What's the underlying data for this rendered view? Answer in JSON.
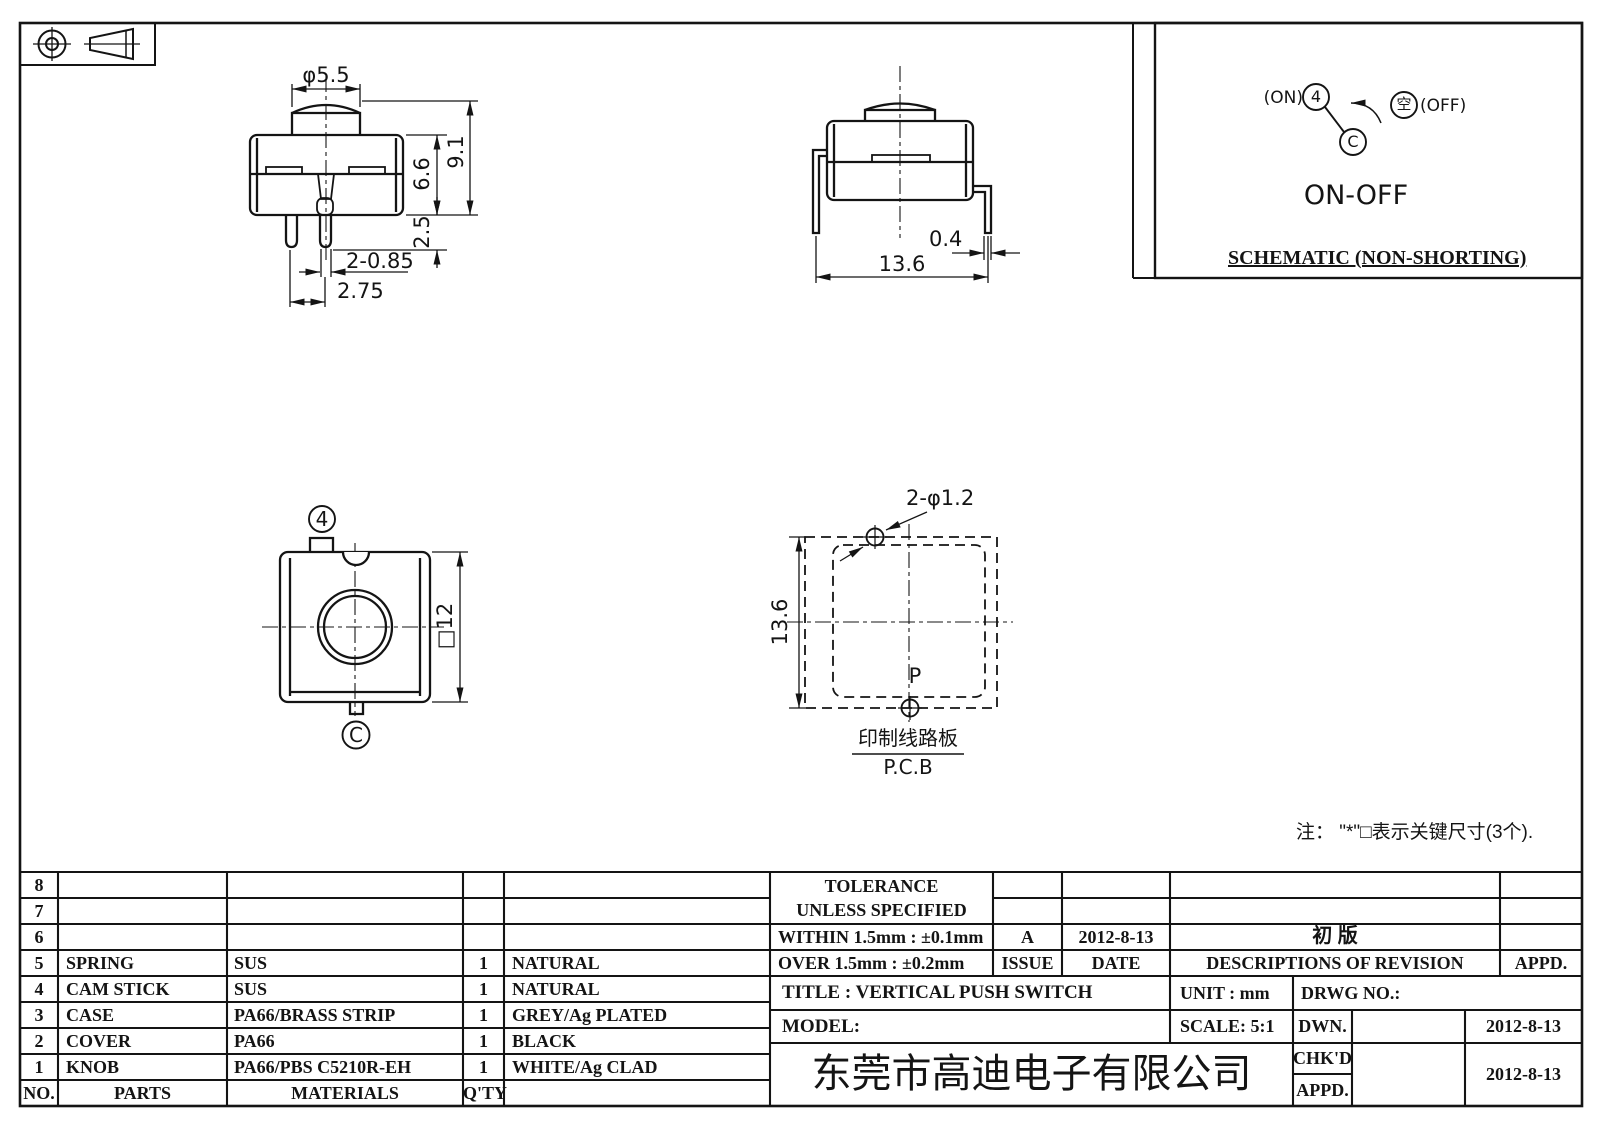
{
  "front_view": {
    "dia": "φ5.5",
    "body_h": "6.6",
    "total_h": "9.1",
    "pin_len": "2.5",
    "pin_w": "2-0.85",
    "pin_pitch": "2.75"
  },
  "side_view": {
    "leg_w": "0.4",
    "width": "13.6"
  },
  "bottom_view": {
    "terminal_top": "4",
    "terminal_bottom": "C",
    "square": "□12"
  },
  "pcb_view": {
    "holes": "2-φ1.2",
    "height": "13.6",
    "point": "P",
    "label_cn": "印制线路板",
    "label_en": "P.C.B"
  },
  "schematic": {
    "on": "(ON)",
    "pole_on": "4",
    "common": "C",
    "empty": "空",
    "off": "(OFF)",
    "function": "ON-OFF",
    "caption": "SCHEMATIC (NON-SHORTING)"
  },
  "note": "注： \"*\"□表示关键尺寸(3个).",
  "parts_table": {
    "headers": {
      "no": "NO.",
      "parts": "PARTS",
      "materials": "MATERIALS",
      "qty": "Q'TY",
      "finish": ""
    },
    "rows": [
      {
        "no": "8",
        "part": "",
        "material": "",
        "qty": "",
        "finish": ""
      },
      {
        "no": "7",
        "part": "",
        "material": "",
        "qty": "",
        "finish": ""
      },
      {
        "no": "6",
        "part": "",
        "material": "",
        "qty": "",
        "finish": ""
      },
      {
        "no": "5",
        "part": "SPRING",
        "material": "SUS",
        "qty": "1",
        "finish": "NATURAL"
      },
      {
        "no": "4",
        "part": "CAM STICK",
        "material": "SUS",
        "qty": "1",
        "finish": "NATURAL"
      },
      {
        "no": "3",
        "part": "CASE",
        "material": "PA66/BRASS STRIP",
        "qty": "1",
        "finish": "GREY/Ag PLATED"
      },
      {
        "no": "2",
        "part": "COVER",
        "material": "PA66",
        "qty": "1",
        "finish": "BLACK"
      },
      {
        "no": "1",
        "part": "KNOB",
        "material": "PA66/PBS C5210R-EH",
        "qty": "1",
        "finish": "WHITE/Ag CLAD"
      }
    ]
  },
  "title_block": {
    "tolerance1": "TOLERANCE",
    "tolerance2": "UNLESS  SPECIFIED",
    "within": "WITHIN 1.5mm : ±0.1mm",
    "over": "OVER 1.5mm : ±0.2mm",
    "issue_value": "A",
    "issue_label": "ISSUE",
    "date_value": "2012-8-13",
    "date_label": "DATE",
    "revision_value": "初  版",
    "revision_label": "DESCRIPTIONS OF REVISION",
    "appd_label": "APPD.",
    "title": "TITLE :  VERTICAL PUSH SWITCH",
    "unit": "UNIT :  mm",
    "drwg_no": "DRWG NO.:",
    "model": "MODEL:",
    "scale": "SCALE:  5:1",
    "company": "东莞市高迪电子有限公司",
    "dwn": "DWN.",
    "dwn_date": "2012-8-13",
    "chkd": "CHK'D",
    "chkd_date": "2012-8-13",
    "appd": "APPD."
  }
}
